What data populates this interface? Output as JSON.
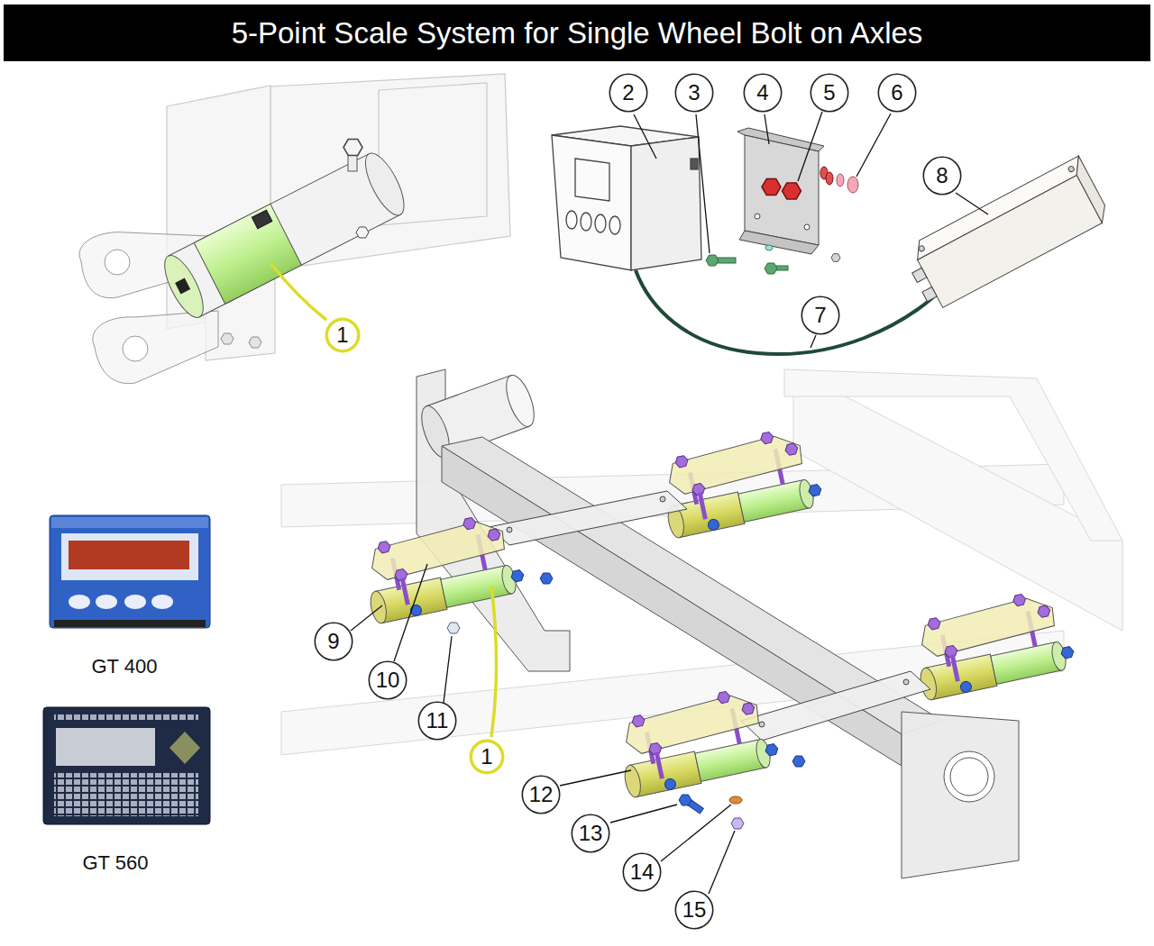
{
  "diagram": {
    "title": "5-Point Scale System for Single Wheel Bolt on Axles",
    "nodes": [
      {
        "text": [
          "2"
        ]
      },
      {
        "text": [
          "3"
        ]
      },
      {
        "text": [
          "4"
        ]
      },
      {
        "text": [
          "5"
        ]
      },
      {
        "text": [
          "6"
        ]
      },
      {
        "text": [
          "8"
        ]
      },
      {
        "text": [
          "7"
        ]
      },
      {
        "text": [
          "1"
        ]
      },
      {
        "text": [
          "9"
        ]
      },
      {
        "text": [
          "10"
        ]
      },
      {
        "text": [
          "11"
        ]
      },
      {
        "text": [
          "1"
        ]
      },
      {
        "text": [
          "12"
        ]
      },
      {
        "text": [
          "13"
        ]
      },
      {
        "text": [
          "14"
        ]
      },
      {
        "text": [
          "15"
        ]
      }
    ],
    "labels": [
      "GT 400",
      "GT 560"
    ]
  }
}
